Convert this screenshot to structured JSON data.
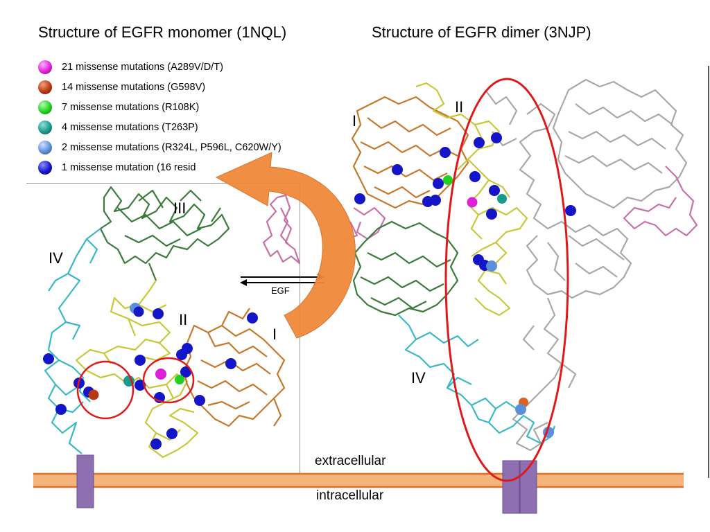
{
  "titles": {
    "monomer": "Structure of EGFR monomer (1NQL)",
    "dimer": "Structure of EGFR dimer (3NJP)"
  },
  "legend": [
    {
      "label": "21 missense mutations (A289V/D/T)",
      "color": "#e020d8"
    },
    {
      "label": "14 missense mutations (G598V)",
      "color": "#b83a12"
    },
    {
      "label": "7 missense mutations (R108K)",
      "color": "#22d022"
    },
    {
      "label": "4 missense mutations (T263P)",
      "color": "#1a9a8a"
    },
    {
      "label": "2 missense mutations  (R324L, P596L, C620W/Y)",
      "color": "#5b8fd8"
    },
    {
      "label": "1 missense mutation (16 resid",
      "color": "#1414c8"
    }
  ],
  "monomer_domains": {
    "I": "I",
    "II": "II",
    "III": "III",
    "IV": "IV"
  },
  "dimer_domains": {
    "I": "I",
    "II": "II",
    "IV": "IV"
  },
  "ligand_label": "EGF",
  "membrane": {
    "extracellular": "extracellular",
    "intracellular": "intracellular"
  },
  "colors": {
    "domain_I": "#c8782a",
    "domain_II": "#c8c83a",
    "domain_III": "#3a7a3a",
    "domain_IV": "#3ab8c8",
    "egf": "#c870a8",
    "partner": "#a8a8a8",
    "membrane": "#f5b47a",
    "membrane_edge": "#e07020",
    "transmembrane": "#8e6fb0",
    "highlight_ring": "#e01818",
    "arrow": "#f08a3a"
  }
}
